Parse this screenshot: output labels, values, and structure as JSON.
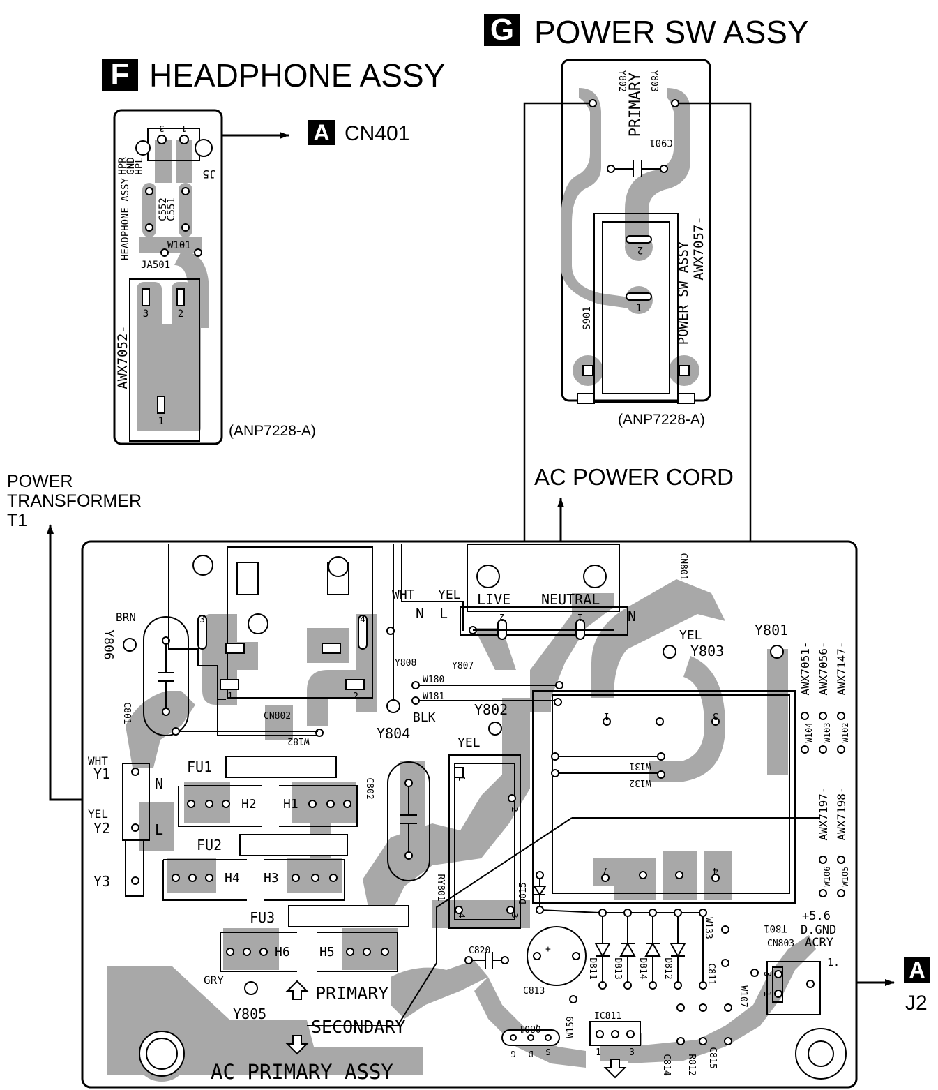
{
  "colors": {
    "trace": "#a8a8a8",
    "line": "#000000",
    "background": "#ffffff"
  },
  "headings": {
    "headphone": {
      "letter": "F",
      "title": "HEADPHONE ASSY"
    },
    "power_sw": {
      "letter": "G",
      "title": "POWER SW ASSY"
    }
  },
  "connections": {
    "cn401": {
      "letter": "A",
      "label": "CN401"
    },
    "j2": {
      "letter": "A",
      "label": "J2"
    },
    "ac_power_cord": "AC POWER CORD",
    "power_transformer": [
      "POWER",
      "TRANSFORMER",
      "T1"
    ]
  },
  "part_numbers": {
    "headphone_board": "(ANP7228-A)",
    "power_sw_board": "(ANP7228-A)"
  },
  "headphone_board": {
    "name": "HEADPHONE ASSY",
    "model": "AWX7052-",
    "jack": "JA501",
    "wire": "W101",
    "caps": [
      "C552",
      "C551"
    ],
    "jumper": "J5",
    "pin_labels": [
      "HPR",
      "GND",
      "HPL"
    ],
    "pins": [
      "3",
      "2",
      "1"
    ],
    "header_pins": [
      "3",
      "1"
    ]
  },
  "power_sw_board": {
    "name": "POWER SW ASSY",
    "model": "AWX7057-",
    "primary": "PRIMARY",
    "pads": [
      "Y802",
      "Y803"
    ],
    "cap": "C901",
    "switch": "S901",
    "pins": [
      "2",
      "1"
    ]
  },
  "ac_primary": {
    "name": "AC PRIMARY ASSY",
    "primary": "PRIMARY",
    "secondary": "SECONDARY",
    "wire_colors": {
      "brn": "BRN",
      "wht": "WHT",
      "yel": "YEL",
      "blk": "BLK",
      "gry": "GRY"
    },
    "ln": {
      "n": "N",
      "l": "L"
    },
    "cn801": {
      "name": "CN801",
      "live": "LIVE",
      "neutral": "NEUTRAL",
      "pins": [
        "2",
        "1"
      ]
    },
    "cn802": {
      "name": "CN802",
      "pins": [
        "3",
        "4",
        "1",
        "2"
      ]
    },
    "cn803": {
      "name": "CN803",
      "pins": [
        "3",
        "1",
        "1."
      ],
      "plus56": "+5.6",
      "dgnd": "D.GND",
      "acry": "ACRY"
    },
    "pads": {
      "y801": "Y801",
      "y802": "Y802",
      "y803": "Y803",
      "y804": "Y804",
      "y805": "Y805",
      "y806": "Y806",
      "y807": "Y807",
      "y808": "Y808",
      "y1": "Y1",
      "y2": "Y2",
      "y3": "Y3"
    },
    "fuses": [
      "FU1",
      "FU2",
      "FU3"
    ],
    "holders": [
      "H1",
      "H2",
      "H3",
      "H4",
      "H5",
      "H6"
    ],
    "caps": {
      "c801": "C801",
      "c802": "C802",
      "c811": "C811",
      "c813": "C813",
      "c814": "C814",
      "c815": "C815",
      "c820": "C820"
    },
    "wires": {
      "w102": "W102",
      "w103": "W103",
      "w104": "W104",
      "w105": "W105",
      "w106": "W106",
      "w107": "W107",
      "w131": "W131",
      "w132": "W132",
      "w133": "W133",
      "w159": "W159",
      "w180": "W180",
      "w181": "W181",
      "w182": "W182"
    },
    "diodes": {
      "d811": "D811",
      "d812": "D812",
      "d813": "D813",
      "d814": "D814",
      "d815": "D815"
    },
    "relay": "RY801",
    "relay_pins": [
      "1",
      "2",
      "3",
      "4"
    ],
    "transformer": "T801",
    "t801_pins": [
      "1",
      "3",
      "4",
      "7"
    ],
    "ic": "IC811",
    "ic_pins": [
      "1",
      "3"
    ],
    "resistor": "R812",
    "q801": "Q801",
    "q801_pins": [
      "G",
      "D",
      "S"
    ],
    "models_top": [
      "AWX7051-",
      "AWX7056-",
      "AWX7147-"
    ],
    "models_bottom": [
      "AWX7197-",
      "AWX7198-"
    ],
    "polarity": "+"
  }
}
